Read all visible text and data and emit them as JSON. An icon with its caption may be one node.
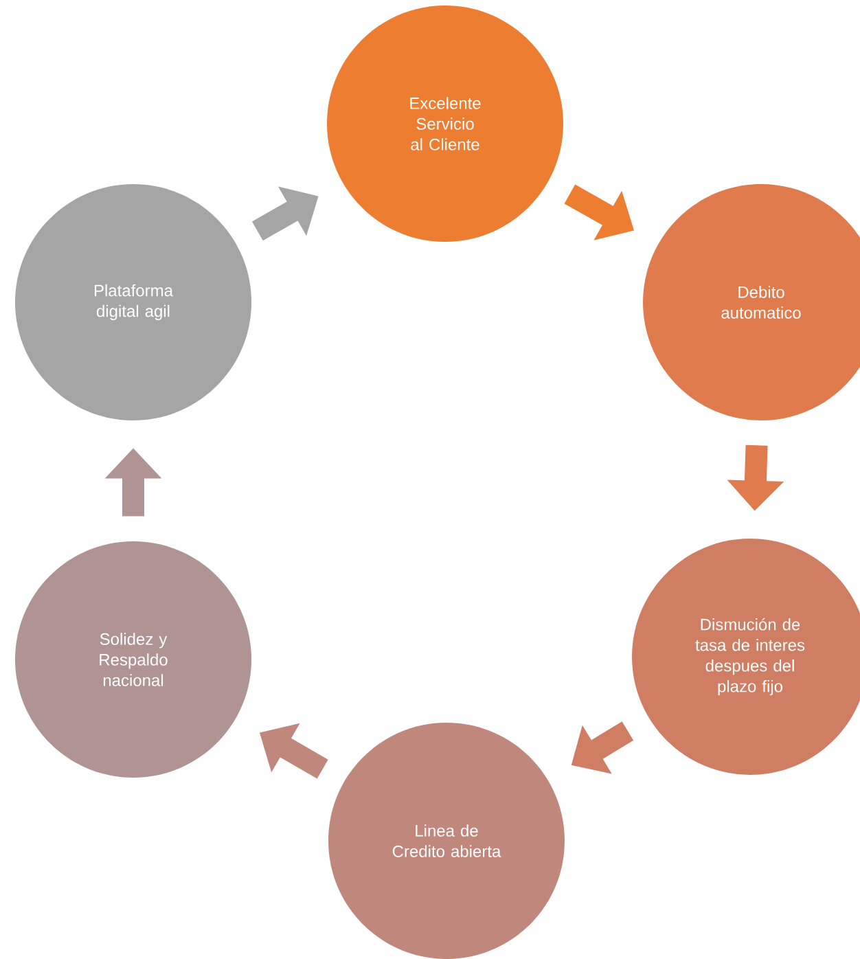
{
  "diagram": {
    "nodes": [
      {
        "text": [
          "Excelente Servicio al Cliente"
        ]
      },
      {
        "text": [
          "Debito automatico"
        ]
      },
      {
        "text": [
          "Dismución de tasa de interes despues del plazo fijo"
        ]
      },
      {
        "text": [
          "Linea de Credito abierta"
        ]
      },
      {
        "text": [
          "Solidez y Respaldo nacional"
        ]
      },
      {
        "text": [
          "Plataforma digital agil"
        ]
      }
    ],
    "edges": [
      {
        "from": 5,
        "to": 0,
        "arrow": "to",
        "color": "#a5a5a5"
      },
      {
        "from": 0,
        "to": 1,
        "arrow": "to",
        "color": "#ed7d31"
      },
      {
        "from": 1,
        "to": 2,
        "arrow": "to",
        "color": "#df7b4c"
      },
      {
        "from": 2,
        "to": 3,
        "arrow": "to",
        "color": "#cf7d63"
      },
      {
        "from": 3,
        "to": 4,
        "arrow": "to",
        "color": "#c0877c"
      },
      {
        "from": 4,
        "to": 5,
        "arrow": "to",
        "color": "#b09494"
      }
    ]
  }
}
